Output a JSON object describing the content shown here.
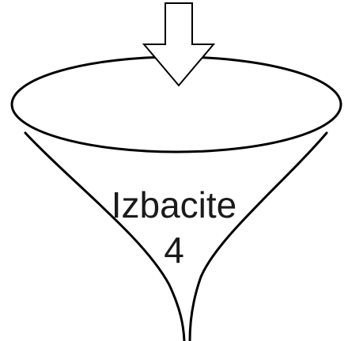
{
  "funnel": {
    "label_lines": [
      "Izbacite",
      "4"
    ],
    "stroke_color": "#000000",
    "fill_color": "#ffffff",
    "text_color": "#1a1a1a"
  },
  "arrow": {
    "direction": "down",
    "fill_color": "#ffffff",
    "stroke_color": "#000000"
  }
}
